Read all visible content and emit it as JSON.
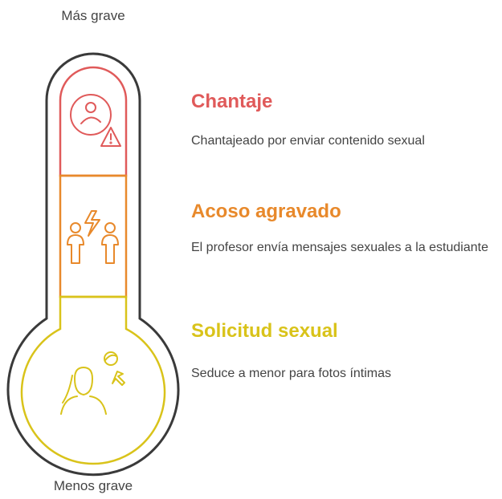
{
  "scale": {
    "top_label": "Más grave",
    "bottom_label": "Menos grave"
  },
  "entries": [
    {
      "title": "Chantaje",
      "description": "Chantajeado por enviar contenido sexual",
      "color": "#e05a5a",
      "icon": "person-warning-icon"
    },
    {
      "title": "Acoso agravado",
      "description": "El profesor envía mensajes sexuales a la estudiante",
      "color": "#e8892b",
      "icon": "people-lightning-icon"
    },
    {
      "title": "Solicitud sexual",
      "description": "Seduce a menor para fotos íntimas",
      "color": "#d9c31a",
      "icon": "person-cursor-icon"
    }
  ],
  "colors": {
    "outline": "#3a3a3a",
    "red": "#e05a5a",
    "orange": "#e8892b",
    "yellow": "#d9c31a"
  }
}
